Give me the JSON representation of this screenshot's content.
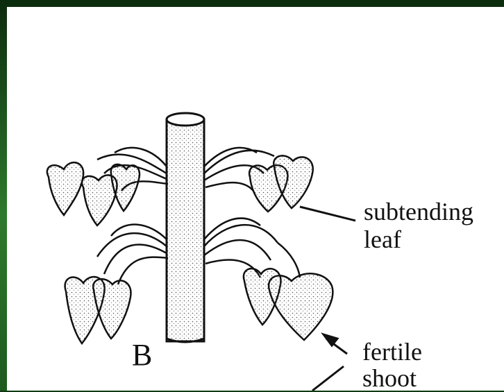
{
  "figure": {
    "panel_letter": "B",
    "labels": {
      "subtending_line1": "subtending",
      "subtending_line2": "leaf",
      "fertile_line1": "fertile",
      "fertile_line2": "shoot"
    }
  },
  "colors": {
    "border_dark": "#0b2b0d",
    "border_green": "#2e7a2c",
    "ink": "#111111",
    "paper": "#ffffff"
  }
}
